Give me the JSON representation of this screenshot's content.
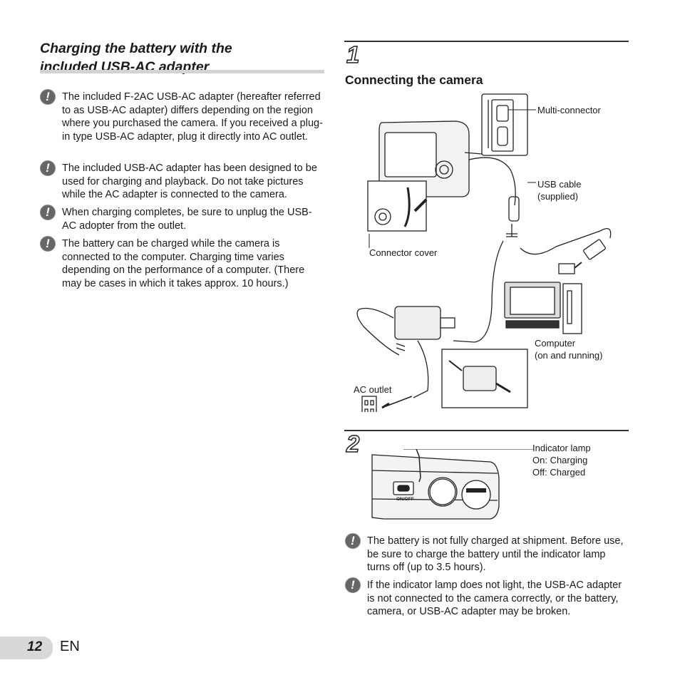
{
  "section": {
    "title_line1": "Charging the battery with the",
    "title_line2": "included USB-AC adapter"
  },
  "left_notes": [
    "The included F-2AC USB-AC adapter (hereafter referred to as USB-AC adapter) differs depending on the region where you purchased the camera. If you received a plug-in type USB-AC adapter, plug it directly into AC outlet.",
    "The included USB-AC adapter has been designed to be used for charging and playback. Do not take pictures while the AC adapter is connected to the camera.",
    "When charging completes, be sure to unplug the USB-AC adopter from the outlet.",
    "The battery can be charged while the camera is connected to the computer. Charging time varies depending on the performance of a computer. (There may be cases in which it takes approx. 10 hours.)"
  ],
  "step1": {
    "number": "1",
    "heading": "Connecting the camera",
    "labels": {
      "multi_connector": "Multi-connector",
      "usb_cable_1": "USB cable",
      "usb_cable_2": "(supplied)",
      "connector_cover": "Connector cover",
      "computer_1": "Computer",
      "computer_2": "(on and running)",
      "ac_outlet": "AC outlet"
    }
  },
  "step2": {
    "number": "2",
    "labels": {
      "indicator_lamp": "Indicator lamp",
      "on_charging": "On: Charging",
      "off_charged": "Off: Charged",
      "on_off_button": "ON/OFF"
    }
  },
  "right_notes": [
    "The battery is not fully charged at shipment. Before use, be sure to charge the battery until the indicator lamp turns off (up to 3.5 hours).",
    "If the indicator lamp does not light, the USB-AC adapter is not connected to the camera correctly, or the battery, camera, or USB-AC adapter may be broken."
  ],
  "caution_icon": "exclamation-caution-icon",
  "footer": {
    "page_number": "12",
    "language": "EN"
  }
}
